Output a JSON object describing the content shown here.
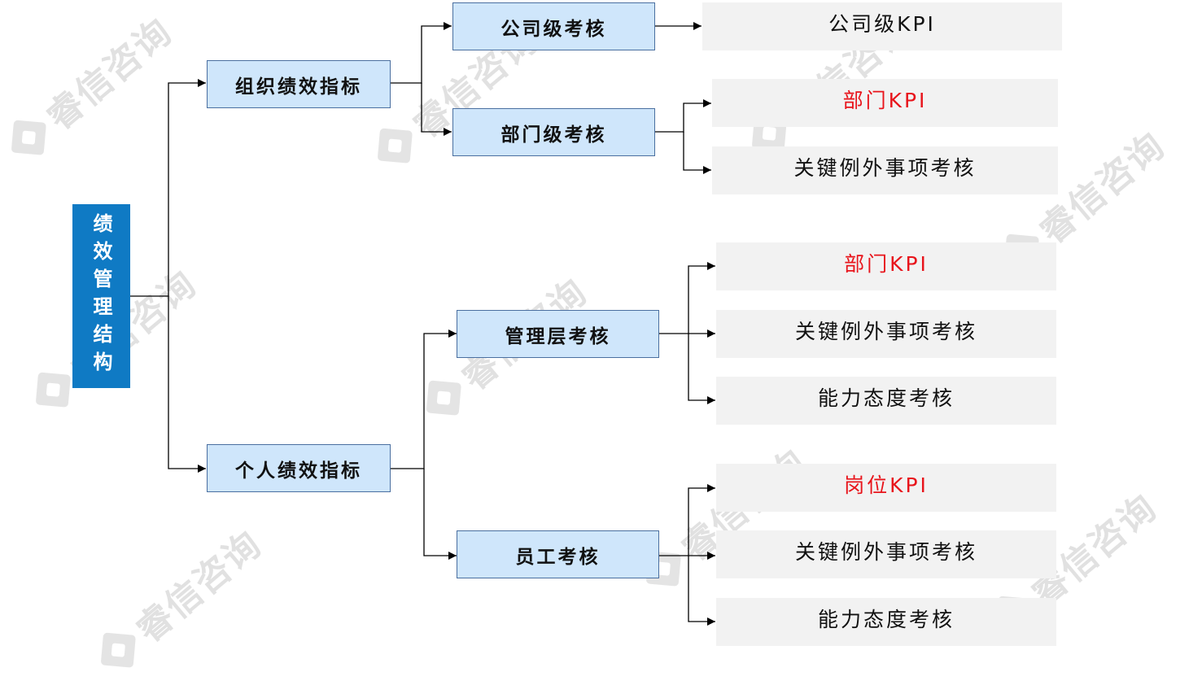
{
  "watermark": {
    "text": "睿信咨询",
    "icon": "diamond-logo-icon"
  },
  "colors": {
    "root_fill": "#0f7ac4",
    "node_fill": "#cfe6fb",
    "node_border": "#4a6fa0",
    "leaf_fill": "#f2f2f2",
    "kpi_red": "#e8141b",
    "connector": "#000000"
  },
  "root": {
    "label": "绩效管理结构"
  },
  "level1": {
    "org": {
      "label": "组织绩效指标"
    },
    "personal": {
      "label": "个人绩效指标"
    }
  },
  "level2": {
    "company": {
      "label": "公司级考核"
    },
    "department": {
      "label": "部门级考核"
    },
    "management": {
      "label": "管理层考核"
    },
    "employee": {
      "label": "员工考核"
    }
  },
  "leaves": {
    "company_kpi": {
      "label": "公司级KPI"
    },
    "dept_kpi": {
      "label": "部门KPI"
    },
    "dept_key_exceptions": {
      "label": "关键例外事项考核"
    },
    "mgmt_dept_kpi": {
      "label": "部门KPI"
    },
    "mgmt_key_exceptions": {
      "label": "关键例外事项考核"
    },
    "mgmt_ability": {
      "label": "能力态度考核"
    },
    "emp_post_kpi": {
      "label": "岗位KPI"
    },
    "emp_key_exceptions": {
      "label": "关键例外事项考核"
    },
    "emp_ability": {
      "label": "能力态度考核"
    }
  }
}
